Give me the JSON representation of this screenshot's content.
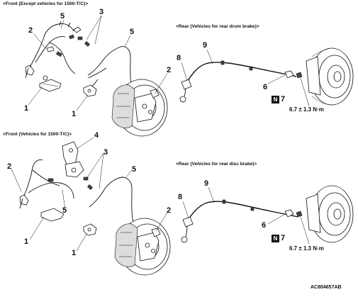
{
  "sections": {
    "front_std": "<Front (Except vehicles for 1500-T/C)>",
    "front_tc": "<Front (Vehicles for 1500-T/C)>",
    "rear_drum": "<Rear (Vehicles for rear drum brake)>",
    "rear_disc": "<Rear (Vehicles for rear disc brake)>"
  },
  "callouts": {
    "top_front": [
      "5",
      "3",
      "2",
      "5",
      "2",
      "1",
      "1"
    ],
    "top_rear": [
      "8",
      "9",
      "6",
      "7"
    ],
    "bottom_front": [
      "4",
      "3",
      "2",
      "5",
      "5",
      "2",
      "1",
      "1"
    ],
    "bottom_rear": [
      "8",
      "9",
      "6",
      "7"
    ]
  },
  "torque": "6.7 ± 1.3 N·m",
  "n_badge": "N",
  "figure_code": "AC804657AB"
}
